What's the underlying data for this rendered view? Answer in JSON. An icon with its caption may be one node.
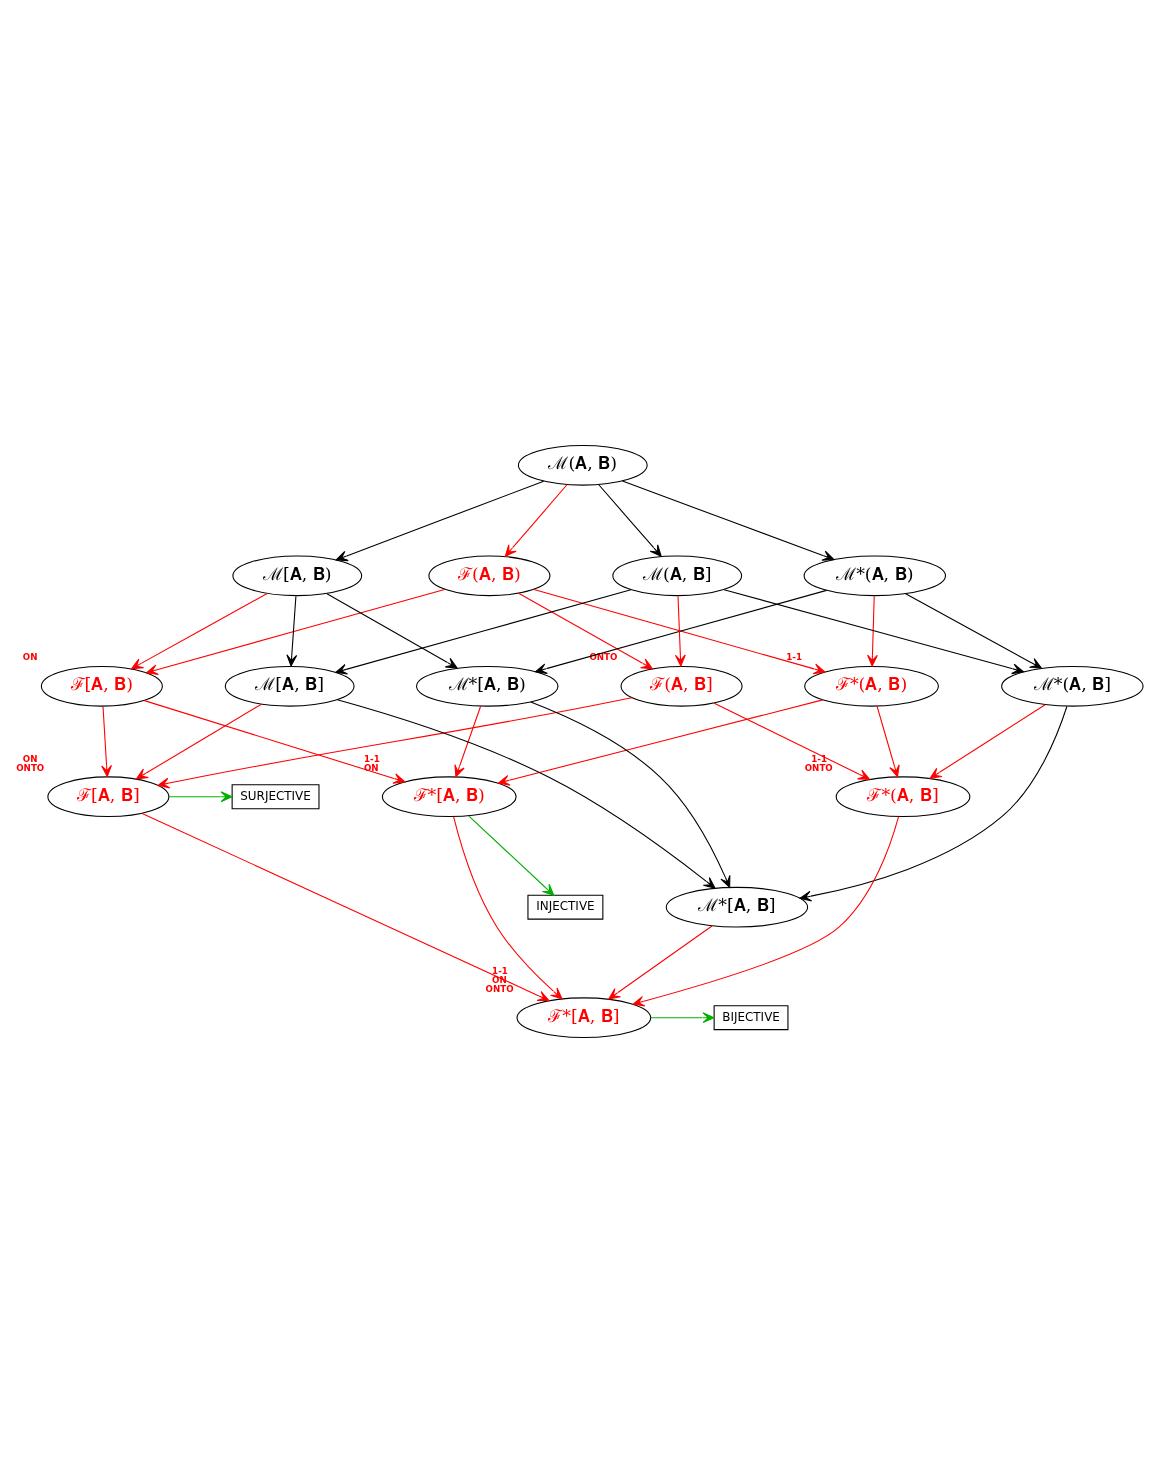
{
  "diagram": {
    "nodes": [
      {
        "text": [
          "ℳ(𝐀, 𝐁)"
        ]
      },
      {
        "text": [
          "ℱ(𝐀, 𝐁)"
        ]
      },
      {
        "text": [
          "ℳ*(𝐀, 𝐁)"
        ]
      },
      {
        "text": [
          "ℳ(𝐀, 𝐁]"
        ]
      },
      {
        "text": [
          "ℳ[𝐀, 𝐁)"
        ]
      },
      {
        "text": [
          "ℱ*(𝐀, 𝐁)"
        ],
        "beside": [
          "1-1"
        ]
      },
      {
        "text": [
          "ℱ(𝐀, 𝐁]"
        ],
        "beside": [
          "ONTO"
        ]
      },
      {
        "text": [
          "ℱ[𝐀, 𝐁)"
        ],
        "beside": [
          "ON"
        ]
      },
      {
        "text": [
          "ℳ*(𝐀, 𝐁]"
        ]
      },
      {
        "text": [
          "ℳ*[𝐀, 𝐁)"
        ]
      },
      {
        "text": [
          "ℳ[𝐀, 𝐁]"
        ]
      },
      {
        "text": [
          "ℱ*(𝐀, 𝐁]"
        ],
        "beside": [
          "1-1",
          "ONTO"
        ]
      },
      {
        "text": [
          "ℱ*[𝐀, 𝐁)"
        ],
        "beside": [
          "1-1",
          "ON"
        ]
      },
      {
        "text": [
          "ℱ[𝐀, 𝐁]"
        ],
        "beside": [
          "ON",
          "ONTO"
        ]
      },
      {
        "text": [
          "ℳ*[𝐀, 𝐁]"
        ]
      },
      {
        "text": [
          "ℱ*[𝐀, 𝐁]"
        ],
        "beside": [
          "1-1",
          "ON",
          "ONTO"
        ]
      },
      {
        "text": [
          "SURJECTIVE"
        ]
      },
      {
        "text": [
          "INJECTIVE"
        ]
      },
      {
        "text": [
          "BIJECTIVE"
        ]
      }
    ],
    "edges": [
      {
        "from": 0,
        "to": 2,
        "arrow": "to",
        "color": "#000000"
      },
      {
        "from": 0,
        "to": 1,
        "arrow": "to"
      },
      {
        "from": 0,
        "to": 3,
        "arrow": "to",
        "color": "#000000"
      },
      {
        "from": 0,
        "to": 4,
        "arrow": "to",
        "color": "#000000"
      },
      {
        "from": 1,
        "to": 5,
        "arrow": "to"
      },
      {
        "from": 1,
        "to": 6,
        "arrow": "to"
      },
      {
        "from": 1,
        "to": 7,
        "arrow": "to"
      },
      {
        "from": 2,
        "to": 5,
        "arrow": "to"
      },
      {
        "from": 2,
        "to": 8,
        "arrow": "to",
        "color": "#000000"
      },
      {
        "from": 2,
        "to": 9,
        "arrow": "to",
        "color": "#000000"
      },
      {
        "from": 3,
        "to": 8,
        "arrow": "to",
        "color": "#000000"
      },
      {
        "from": 3,
        "to": 6,
        "arrow": "to"
      },
      {
        "from": 3,
        "to": 10,
        "arrow": "to",
        "color": "#000000"
      },
      {
        "from": 4,
        "to": 9,
        "arrow": "to",
        "color": "#000000"
      },
      {
        "from": 4,
        "to": 7,
        "arrow": "to"
      },
      {
        "from": 4,
        "to": 10,
        "arrow": "to",
        "color": "#000000"
      },
      {
        "from": 5,
        "to": 11,
        "arrow": "to"
      },
      {
        "from": 5,
        "to": 12,
        "arrow": "to"
      },
      {
        "from": 6,
        "to": 11,
        "arrow": "to"
      },
      {
        "from": 6,
        "to": 13,
        "arrow": "to"
      },
      {
        "from": 7,
        "to": 12,
        "arrow": "to"
      },
      {
        "from": 7,
        "to": 13,
        "arrow": "to"
      },
      {
        "from": 8,
        "to": 11,
        "arrow": "to"
      },
      {
        "from": 8,
        "to": 14,
        "arrow": "to",
        "color": "#000000"
      },
      {
        "from": 9,
        "to": 12,
        "arrow": "to"
      },
      {
        "from": 9,
        "to": 14,
        "arrow": "to",
        "color": "#000000"
      },
      {
        "from": 10,
        "to": 14,
        "arrow": "to",
        "color": "#000000"
      },
      {
        "from": 10,
        "to": 13,
        "arrow": "to"
      },
      {
        "from": 11,
        "to": 15,
        "arrow": "to"
      },
      {
        "from": 12,
        "to": 15,
        "arrow": "to"
      },
      {
        "from": 12,
        "to": 17,
        "arrow": "to",
        "color": "#00b000"
      },
      {
        "from": 13,
        "to": 15,
        "arrow": "to"
      },
      {
        "from": 13,
        "to": 16,
        "arrow": "to",
        "color": "#00b000"
      },
      {
        "from": 14,
        "to": 15,
        "arrow": "to"
      },
      {
        "from": 15,
        "to": 18,
        "arrow": "to",
        "color": "#00b000"
      }
    ]
  }
}
